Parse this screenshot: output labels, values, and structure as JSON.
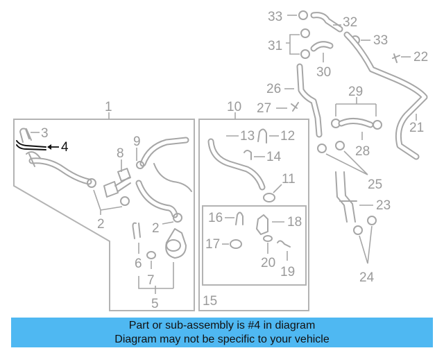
{
  "diagram": {
    "callouts": {
      "c1": "1",
      "c2a": "2",
      "c2b": "2",
      "c3": "3",
      "c4": "4",
      "c5": "5",
      "c6": "6",
      "c7": "7",
      "c8": "8",
      "c9": "9",
      "c10": "10",
      "c11": "11",
      "c12": "12",
      "c13": "13",
      "c14": "14",
      "c15": "15",
      "c16": "16",
      "c17": "17",
      "c18": "18",
      "c19": "19",
      "c20": "20",
      "c21": "21",
      "c22": "22",
      "c23": "23",
      "c24": "24",
      "c25": "25",
      "c26": "26",
      "c27": "27",
      "c28": "28",
      "c29": "29",
      "c30": "30",
      "c31": "31",
      "c32": "32",
      "c33a": "33",
      "c33b": "33"
    },
    "highlight_color": "#111111",
    "part_color": "#a6a6a6"
  },
  "banner": {
    "line1": "Part or sub-assembly is #4 in diagram",
    "line2": "Diagram may not be specific to your vehicle",
    "background": "#4fb8f2"
  }
}
